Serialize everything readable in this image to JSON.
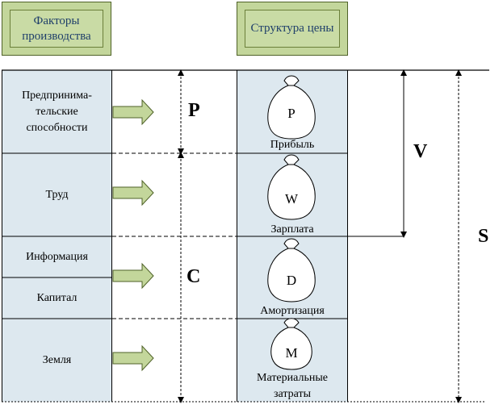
{
  "headers": {
    "factors": "Факторы производства",
    "price_structure": "Структура цены"
  },
  "factors": [
    "Предпринима-тельские способности",
    "Труд",
    "Информация",
    "Капитал",
    "Земля"
  ],
  "bags": [
    {
      "letter": "P",
      "caption": "Прибыль"
    },
    {
      "letter": "W",
      "caption": "Зарплата"
    },
    {
      "letter": "D",
      "caption": "Амортизация"
    },
    {
      "letter": "M",
      "caption": "Материальные затраты"
    }
  ],
  "brackets": {
    "p": "P",
    "c": "C",
    "v": "V",
    "s": "S"
  },
  "colors": {
    "header_fill": "#c3d69b",
    "column_fill": "#dde8ef",
    "arrow_fill": "#c3d69b",
    "header_text": "#1f3f6a"
  }
}
